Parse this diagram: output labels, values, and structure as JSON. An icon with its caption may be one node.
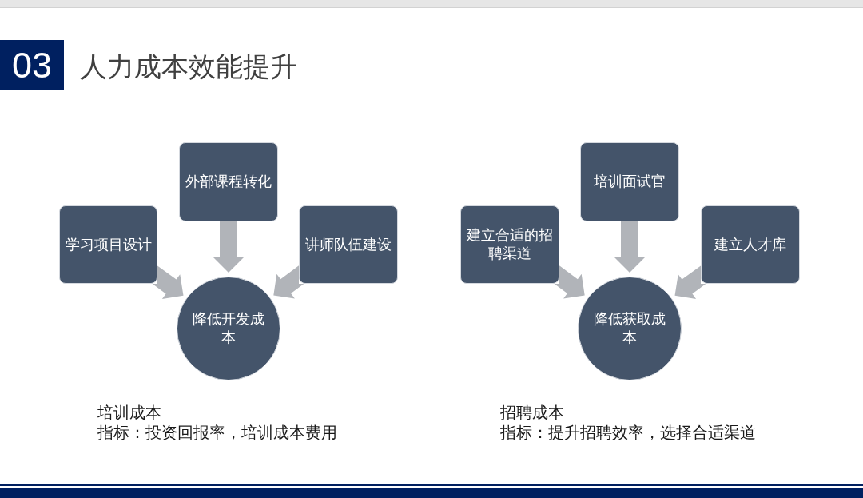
{
  "diagram": {
    "title": "人力成本效能提升",
    "nodes": [
      {
        "text": [
          "03"
        ]
      },
      {
        "text": [
          "外部课程转化"
        ]
      },
      {
        "text": [
          "学习项目设计"
        ]
      },
      {
        "text": [
          "讲师队伍建设"
        ]
      },
      {
        "text": [
          "降低开发成本"
        ]
      },
      {
        "text": [
          "培训面试官"
        ]
      },
      {
        "text": [
          "建立合适的招聘渠道"
        ]
      },
      {
        "text": [
          "建立人才库"
        ]
      },
      {
        "text": [
          "降低获取成本"
        ]
      }
    ],
    "edges": [
      {
        "from": 1,
        "to": 4,
        "arrow": "to"
      },
      {
        "from": 2,
        "to": 4,
        "arrow": "to"
      },
      {
        "from": 3,
        "to": 4,
        "arrow": "to"
      },
      {
        "from": 5,
        "to": 8,
        "arrow": "to"
      },
      {
        "from": 6,
        "to": 8,
        "arrow": "to"
      },
      {
        "from": 7,
        "to": 8,
        "arrow": "to"
      }
    ],
    "labels": [
      "培训成本",
      "指标：投资回报率，培训成本费用",
      "招聘成本",
      "指标：提升招聘效率，选择合适渠道"
    ]
  }
}
